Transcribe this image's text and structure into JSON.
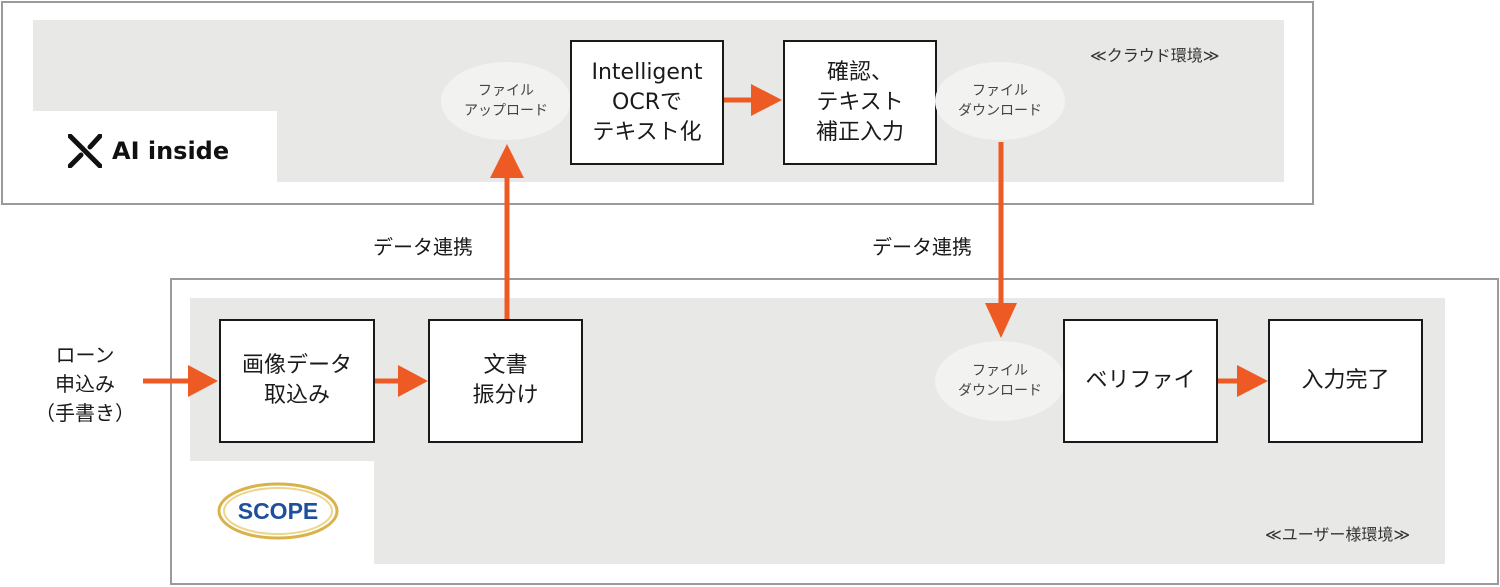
{
  "cloud": {
    "env_label": "≪クラウド環境≫",
    "logo_text": "AI inside",
    "upload_bubble": "ファイル\nアップロード",
    "ocr_box": "Intelligent\nOCRで\nテキスト化",
    "check_box": "確認、\nテキスト\n補正入力",
    "download_bubble": "ファイル\nダウンロード"
  },
  "links": {
    "left": "データ連携",
    "right": "データ連携"
  },
  "user": {
    "env_label": "≪ユーザー様環境≫",
    "logo_text": "SCOPE",
    "input_label": "ローン\n申込み\n（手書き）",
    "scan_box": "画像データ\n取込み",
    "sort_box": "文書\n振分け",
    "download_bubble": "ファイル\nダウンロード",
    "verify_box": "ベリファイ",
    "done_box": "入力完了"
  },
  "colors": {
    "arrow": "#ee5a24",
    "panel_border": "#9a9a9a",
    "panel_fill": "#e8e8e7"
  }
}
